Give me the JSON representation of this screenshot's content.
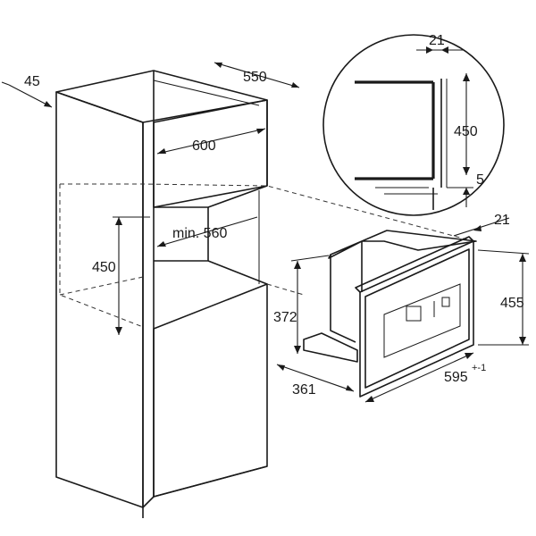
{
  "dimensions": {
    "cabinet_depth": "45",
    "cabinet_width_top": "550",
    "niche_width": "600",
    "niche_min_width": "min. 560",
    "niche_height": "450",
    "frame_gap": "21",
    "detail_height": "450",
    "detail_offset": "5",
    "frame_depth": "21",
    "frame_height": "455",
    "appliance_height": "372",
    "appliance_depth": "361",
    "frame_width": "595",
    "frame_width_tolerance": "+-1"
  }
}
